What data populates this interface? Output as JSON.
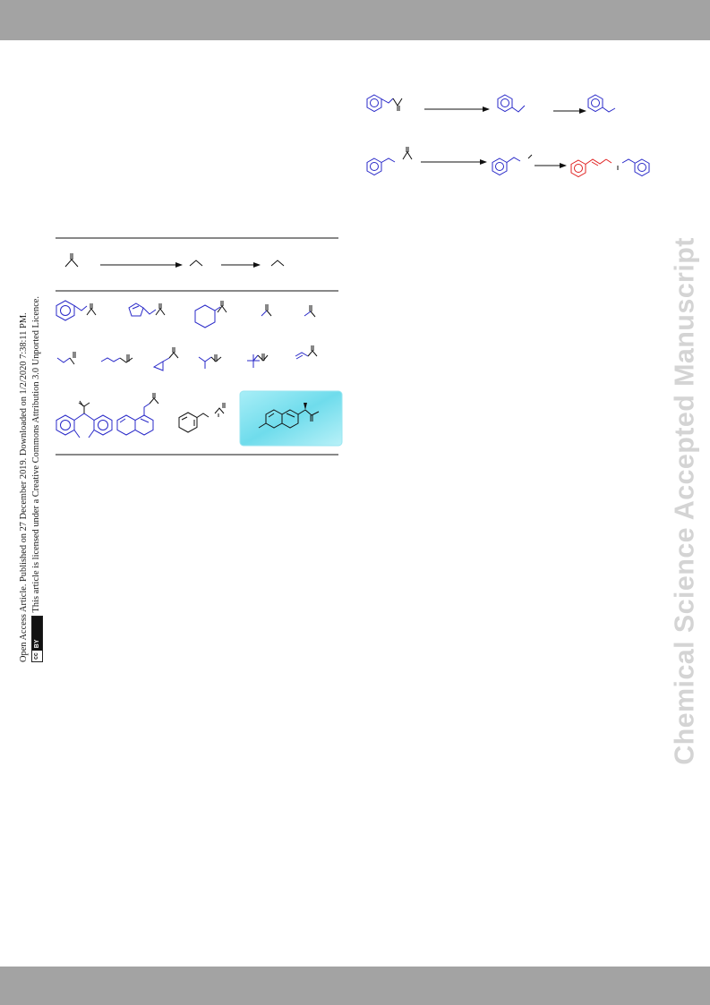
{
  "watermark": {
    "text": "Chemical Science Accepted Manuscript"
  },
  "license": {
    "line1": "Open Access Article. Published on 27 December 2019. Downloaded on 1/2/2020 7:38:11 PM.",
    "line2": "This article is licensed under a Creative Commons Attribution 3.0 Unported Licence.",
    "badge_cc": "cc",
    "badge_by": "BY"
  },
  "colors": {
    "band": "#a3a3a3",
    "substrate_blue": "#2828c8",
    "product_red": "#e02020",
    "highlight": "#7fe3f0",
    "watermark": "#d4d4d4"
  }
}
